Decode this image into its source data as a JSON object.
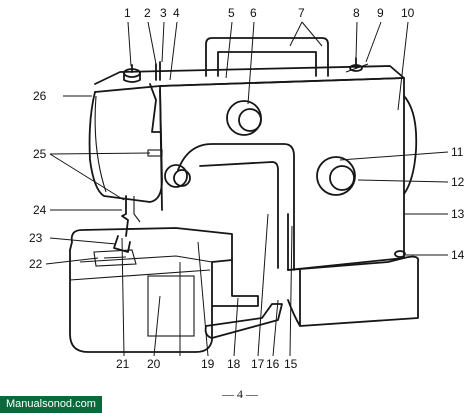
{
  "diagram": {
    "callouts": [
      "1",
      "2",
      "3",
      "4",
      "5",
      "6",
      "7",
      "8",
      "9",
      "10",
      "11",
      "12",
      "13",
      "14",
      "15",
      "16",
      "17",
      "18",
      "19",
      "20",
      "21",
      "22",
      "23",
      "24",
      "25",
      "26"
    ],
    "page_number": "— 4 —"
  },
  "watermark": {
    "text": "Manualsonod.com"
  },
  "colors": {
    "ink": "#161616",
    "paper": "#ffffff",
    "watermark_bg": "#0b6a3c"
  }
}
